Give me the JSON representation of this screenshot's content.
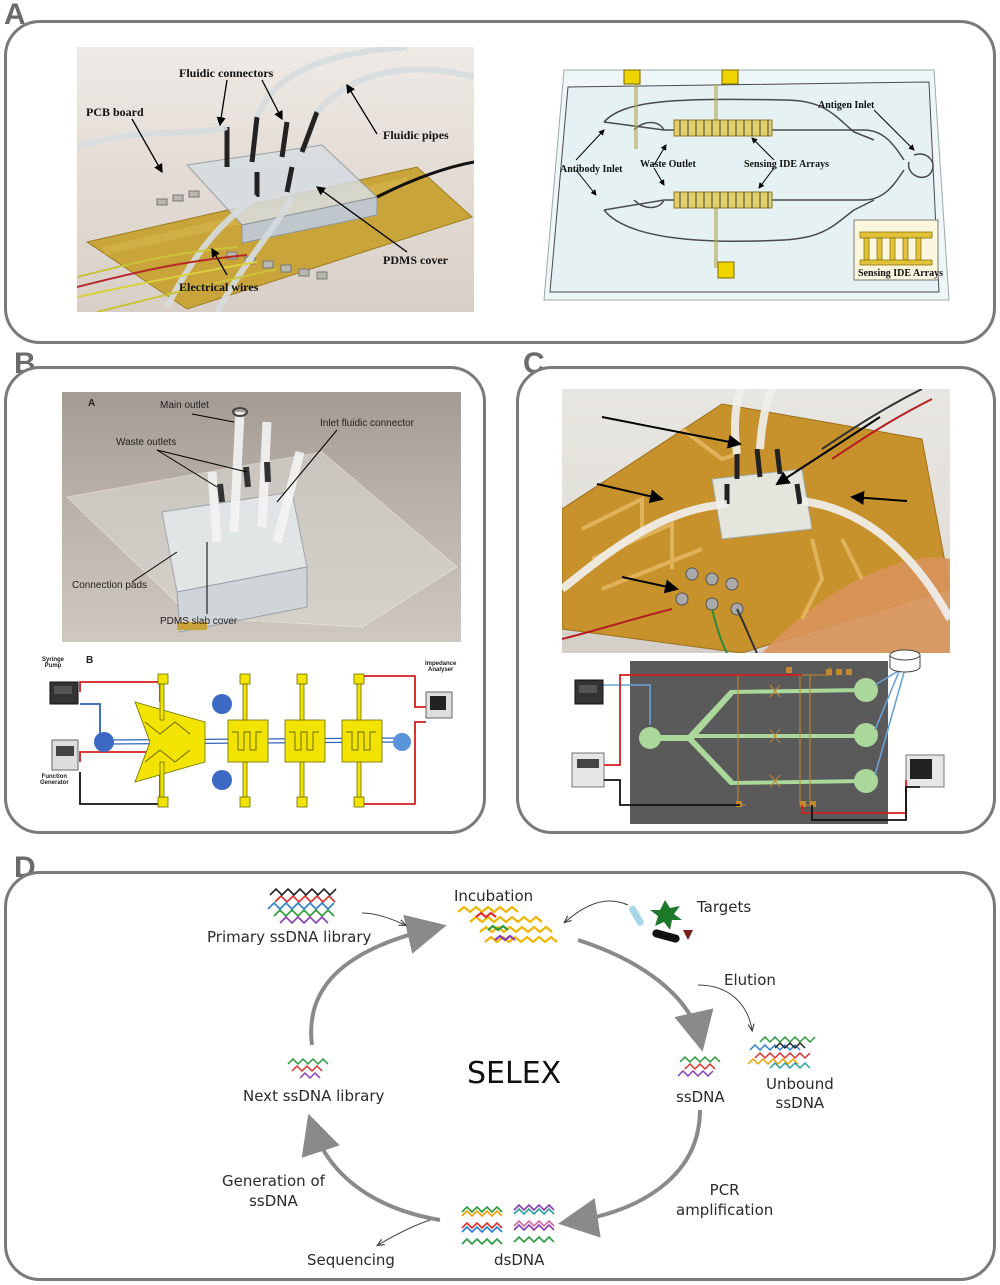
{
  "panel_letters": [
    "A",
    "B",
    "C",
    "D"
  ],
  "panelA": {
    "photo_labels": {
      "fluidic_connectors": "Fluidic connectors",
      "pcb_board": "PCB board",
      "fluidic_pipes": "Fluidic pipes",
      "pdms_cover": "PDMS cover",
      "electrical_wires": "Electrical wires"
    },
    "schematic_labels": {
      "antigen_inlet": "Antigen Inlet",
      "antibody_inlet": "Antibody Inlet",
      "waste_outlet": "Waste Outlet",
      "sensing_ide_arrays": "Sensing IDE Arrays",
      "inset_sensing_ide_arrays": "Sensing IDE Arrays"
    }
  },
  "panelB": {
    "subpanel_a": "A",
    "subpanel_b": "B",
    "photo_labels": {
      "main_outlet": "Main outlet",
      "waste_outlets": "Waste outlets",
      "inlet_fluidic_connector": "Inlet fluidic connector",
      "connection_pads": "Connection pads",
      "pdms_slab_cover": "PDMS slab cover"
    },
    "schematic_labels": {
      "syringe_pump": "Syringe\nPump",
      "function_generator": "Function\nGenerator",
      "impedance_analyser": "Impedance\nAnalyser"
    }
  },
  "panelD": {
    "center": "SELEX",
    "incubation": "Incubation",
    "targets": "Targets",
    "primary_library": "Primary ssDNA library",
    "elution": "Elution",
    "unbound": "Unbound\nssDNA",
    "ssdna": "ssDNA",
    "next_library": "Next ssDNA library",
    "pcr": "PCR\namplification",
    "generation": "Generation of\nssDNA",
    "dsdna": "dsDNA",
    "sequencing": "Sequencing"
  },
  "colors": {
    "frame": "#7a7a7a",
    "pcb": "#c9a43a",
    "electrode": "#f2e400",
    "chip_dark": "#555555",
    "channel_green": "#a9d89a",
    "wire_red": "#d21f1f",
    "channel_blue": "#2f63b8"
  }
}
